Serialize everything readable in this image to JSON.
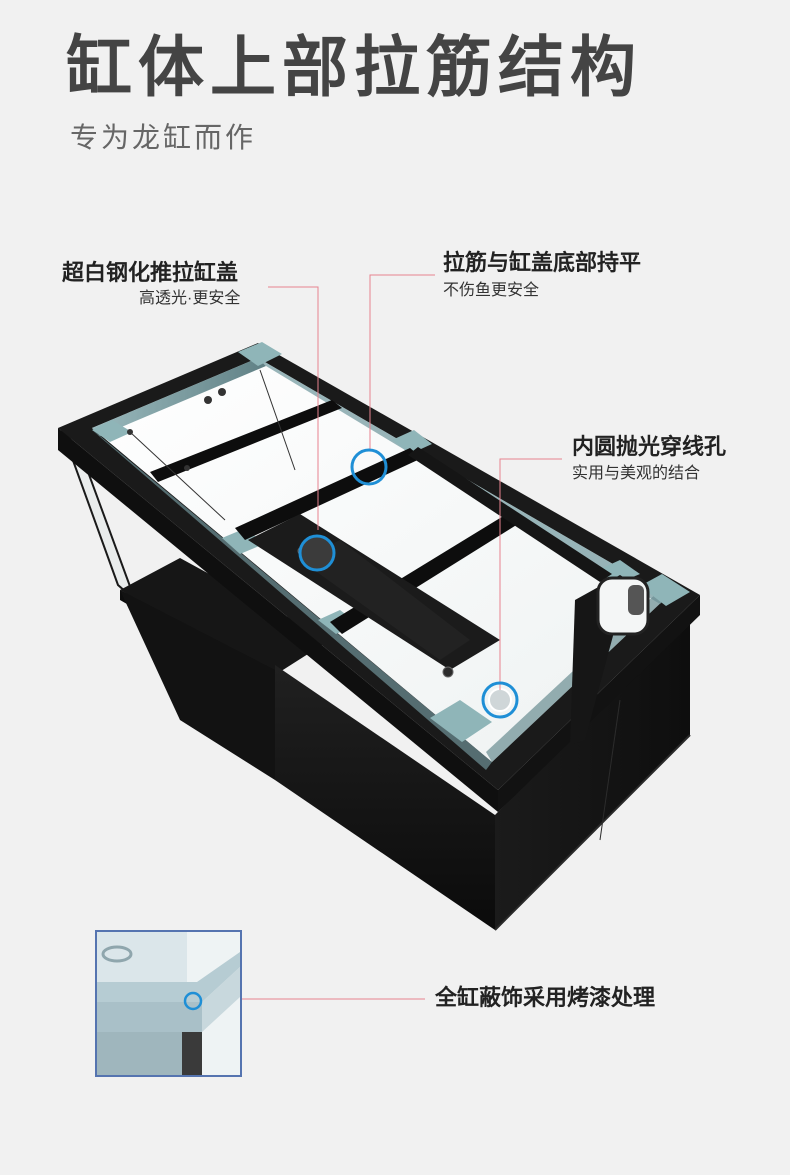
{
  "header": {
    "title": "缸体上部拉筋结构",
    "subtitle": "专为龙缸而作"
  },
  "callouts": {
    "lid": {
      "title": "超白钢化推拉缸盖",
      "desc": "高透光·更安全"
    },
    "brace": {
      "title": "拉筋与缸盖底部持平",
      "desc": "不伤鱼更安全"
    },
    "hole": {
      "title": "内圆抛光穿线孔",
      "desc": "实用与美观的结合"
    },
    "paint": {
      "title": "全缸蔽饰采用烤漆处理"
    }
  },
  "colors": {
    "background": "#f1f1f1",
    "leader_line": "#e8828f",
    "marker_ring": "#1f8fd6",
    "inset_border": "#5574b0",
    "tank_body": "#141414"
  }
}
